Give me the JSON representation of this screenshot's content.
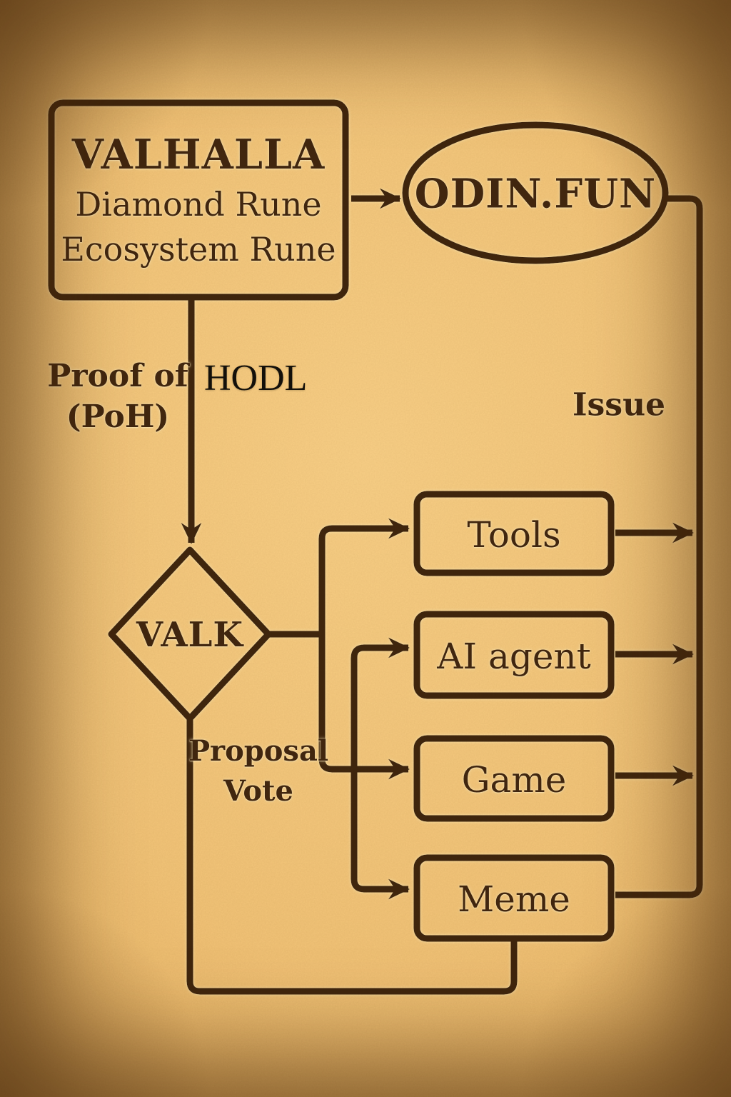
{
  "diagram": {
    "title_node": {
      "line1": "VALHALLA",
      "line2": "Diamond Rune",
      "line3": "Ecosystem Rune"
    },
    "nodes": {
      "odin_fun": "ODIN.FUN",
      "valk": "VALK",
      "tools": "Tools",
      "ai_agent": "AI agent",
      "game": "Game",
      "meme": "Meme"
    },
    "edge_labels": {
      "proof_line1": "Proof of",
      "proof_line2": "(PoH)",
      "hodl": "HODL",
      "issue": "Issue",
      "proposal_line1": "Proposal",
      "proposal_line2": "Vote"
    },
    "colors": {
      "ink": "#3f2510",
      "parchment_light": "#efbf72",
      "parchment_dark": "#9a682a",
      "halo": "#f8e6b4",
      "hodl_ink": "#13100a"
    }
  }
}
